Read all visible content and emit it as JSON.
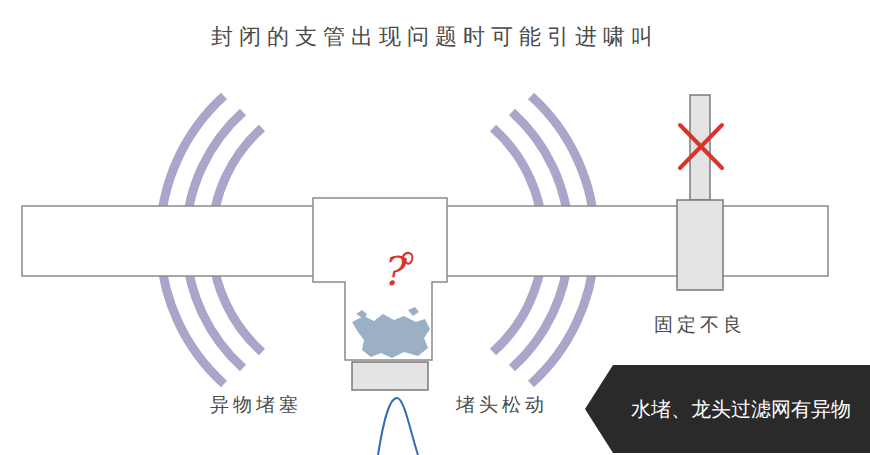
{
  "diagram": {
    "title": "封闭的支管出现问题时可能引进啸叫",
    "nodes": [
      {
        "text": [
          "水堵、龙头过滤网有异物"
        ]
      }
    ],
    "labels": [
      "?",
      "异物堵塞",
      "堵头松动",
      "固定不良"
    ]
  }
}
